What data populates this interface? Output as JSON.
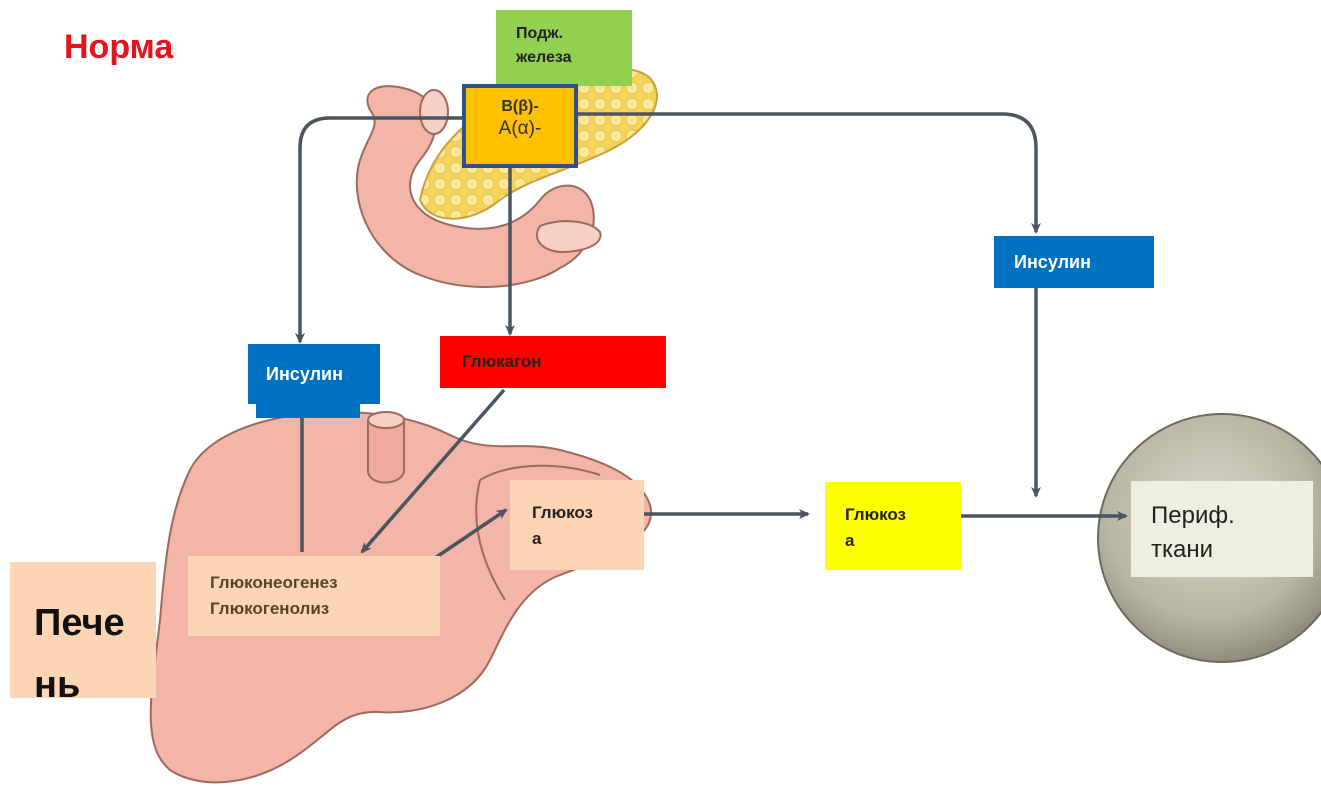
{
  "title": "Норма",
  "pancreas_label": {
    "line1": "Подж.",
    "line2": "железа"
  },
  "islet_cells": {
    "beta": "В(β)-",
    "alpha": "А(α)-"
  },
  "insulin_right": "Инсулин",
  "insulin_left": "Инсулин",
  "glucagon": "Глюкагон",
  "glucose_liver": {
    "line1": "Глюкоз",
    "line2": "а"
  },
  "glucose_blood": {
    "line1": "Глюкоз",
    "line2": "а"
  },
  "liver_processes": {
    "line1": "Глюконеогенез",
    "line2": "Глюкогенолиз"
  },
  "liver_label": {
    "line1": "Пече",
    "line2": "нь"
  },
  "peripheral_tissues": {
    "line1": "Периф.",
    "line2": "ткани"
  },
  "colors": {
    "title": "#e8121b",
    "pancreas_box": "#92d050",
    "islet_box": "#ffc000",
    "insulin_box": "#0070c0",
    "glucagon_box": "#ff0000",
    "glucose_blood_box": "#ffff00",
    "liver_box": "#fcd5b4",
    "tissue_box": "#ebf1de",
    "arrow": "#4a5560",
    "organ": "#f2b5a8"
  }
}
